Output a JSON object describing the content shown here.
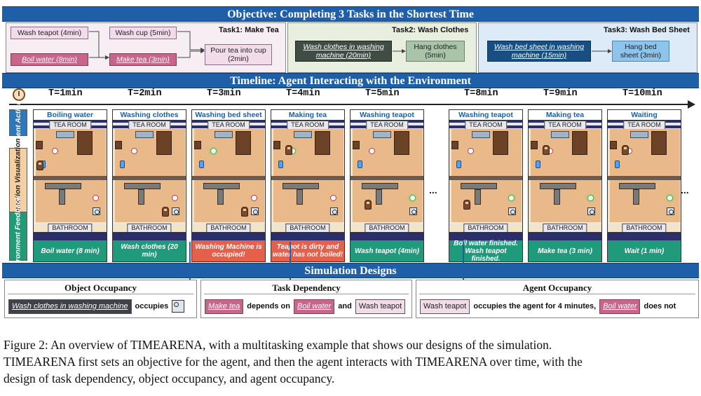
{
  "objective": {
    "banner": "Objective: Completing 3 Tasks in the Shortest Time",
    "tasks": [
      {
        "title": "Task1: Make  Tea",
        "boxes": [
          "Wash teapot (4min)",
          "Wash cup (5min)",
          "Boil water (8min)",
          "Make tea (3min)",
          "Pour tea into cup (2min)"
        ]
      },
      {
        "title": "Task2: Wash Clothes",
        "boxes": [
          "Wash clothes in washing machine (20min)",
          "Hang clothes (5min)"
        ]
      },
      {
        "title": "Task3: Wash Bed Sheet",
        "boxes": [
          "Wash bed sheet in washing machine (15min)",
          "Hang bed sheet (3min)"
        ]
      }
    ],
    "colors": {
      "banner": "#1f5fa8",
      "task1_bg": "#f7eef4",
      "task2_bg": "#e9efdf",
      "task3_bg": "#dcebf7"
    }
  },
  "timeline": {
    "banner": "Timeline: Agent Interacting with the Environment",
    "clock_icon": "clock-icon",
    "side_labels": [
      "Agent Action",
      "Interaction Visualization",
      "Environment Feedback"
    ],
    "ellipsis": "...",
    "frames": [
      {
        "time": "T=1min",
        "action": "Boiling water",
        "feedback": "Boil water (8 min)",
        "feedback_kind": "ok"
      },
      {
        "time": "T=2min",
        "action": "Washing clothes",
        "feedback": "Wash clothes (20 min)",
        "feedback_kind": "ok"
      },
      {
        "time": "T=3min",
        "action": "Washing bed sheet",
        "feedback": "Washing Machine is occupied!",
        "feedback_kind": "error"
      },
      {
        "time": "T=4min",
        "action": "Making tea",
        "feedback": "Teapot is dirty and water has not boiled!",
        "feedback_kind": "error"
      },
      {
        "time": "T=5min",
        "action": "Washing teapot",
        "feedback": "Wash teapot (4min)",
        "feedback_kind": "ok"
      },
      {
        "time": "T=8min",
        "action": "Washing teapot",
        "feedback": "Boil water finished. Wash teapot finished.",
        "feedback_kind": "ok"
      },
      {
        "time": "T=9min",
        "action": "Making tea",
        "feedback": "Make tea (3 min)",
        "feedback_kind": "ok"
      },
      {
        "time": "T=10min",
        "action": "Waiting",
        "feedback": "Wait (1 min)",
        "feedback_kind": "ok"
      }
    ],
    "room_top": "TEA ROOM",
    "room_bottom": "BATHROOM",
    "colors": {
      "ok": "#1f9a7a",
      "error": "#e5604a",
      "action_text": "#1f5fa8"
    }
  },
  "designs": {
    "banner": "Simulation Designs",
    "panels": [
      {
        "title": "Object Occupancy",
        "chip1": "Wash clothes in washing machine",
        "text1": "occupies",
        "icon": "washing-machine-icon"
      },
      {
        "title": "Task Dependency",
        "chip1": "Make tea",
        "text1": "depends on",
        "chip2": "Boil water",
        "text2": "and",
        "chip3": "Wash teapot"
      },
      {
        "title": "Agent Occupancy",
        "chip1": "Wash teapot",
        "text1": "occupies the agent for 4 minutes,",
        "chip2": "Boil water",
        "text2": "does not"
      }
    ]
  },
  "caption": {
    "line1": "Figure 2: An overview of TIMEARENA, with a multitasking example that shows our designs of the simulation.",
    "line2": "TIMEARENA first sets an objective for the agent, and then the agent interacts with TIMEARENA over time, with the",
    "line3": "design of task dependency, object occupancy, and agent occupancy."
  }
}
